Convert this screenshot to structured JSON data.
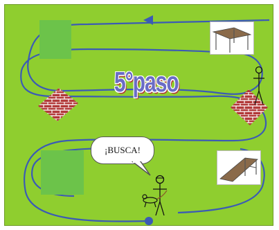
{
  "worksheet": {
    "step_title": "5°paso",
    "speech_bubble_text": "¡BUSCA!",
    "colors": {
      "background": "#8fce2f",
      "path": "#3b5bb5",
      "square": "#6cc34a",
      "title": "#6a6cc6",
      "brick": "#b23a3a"
    },
    "icons": [
      "green-square",
      "scaffold-photo",
      "brick-wall",
      "ramp-photo",
      "stick-figure",
      "dog-figure",
      "start-dot",
      "arrow-head"
    ]
  }
}
